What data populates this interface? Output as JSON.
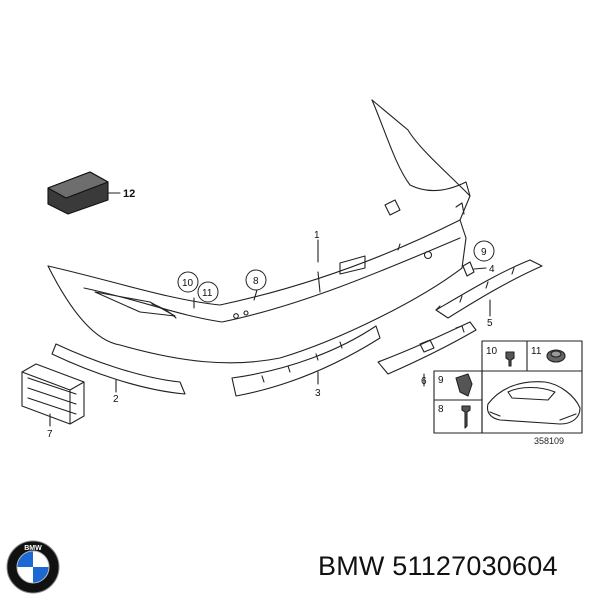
{
  "diagram": {
    "callouts": {
      "c1": "1",
      "c2": "2",
      "c3": "3",
      "c4": "4",
      "c5": "5",
      "c6": "6",
      "c7": "7",
      "c8": "8",
      "c9": "9",
      "c10": "10",
      "c11": "11",
      "c12": "12",
      "inset_8": "8",
      "inset_9": "9",
      "inset_10": "10",
      "inset_11": "11"
    },
    "drawing_number": "358109"
  },
  "footer": {
    "brand_part": "BMW 51127030604"
  },
  "logo": {
    "letters": "BMW",
    "colors": {
      "ring": "#111111",
      "quadrant_blue": "#1c69d4",
      "quadrant_white": "#ffffff"
    }
  }
}
